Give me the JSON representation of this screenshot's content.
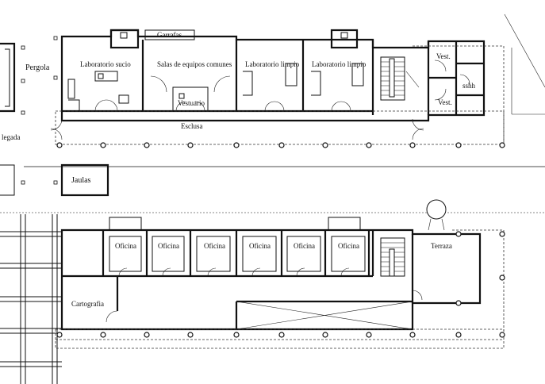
{
  "upper_floor": {
    "labels": {
      "pergola": "Pergola",
      "lab_sucio": "Laboratorio sucio",
      "garrafas": "Garrafas",
      "salas_equipos": "Salas de equipos comunes",
      "lab_limpio_1": "Laboratorio limpio",
      "lab_limpio_2": "Laboratorio limpio",
      "vest_top": "Vest.",
      "sshh": "sshh",
      "vest_bottom": "Vest.",
      "vestuario": "Vestuario",
      "esclusa": "Esclusa",
      "llegada": "legada",
      "jaulas": "Jaulas"
    }
  },
  "lower_floor": {
    "labels": {
      "oficina_1": "Oficina",
      "oficina_2": "Oficina",
      "oficina_3": "Oficina",
      "oficina_4": "Oficina",
      "oficina_5": "Oficina",
      "oficina_6": "Oficina",
      "terraza": "Terraza",
      "cartografia": "Cartografia"
    }
  }
}
